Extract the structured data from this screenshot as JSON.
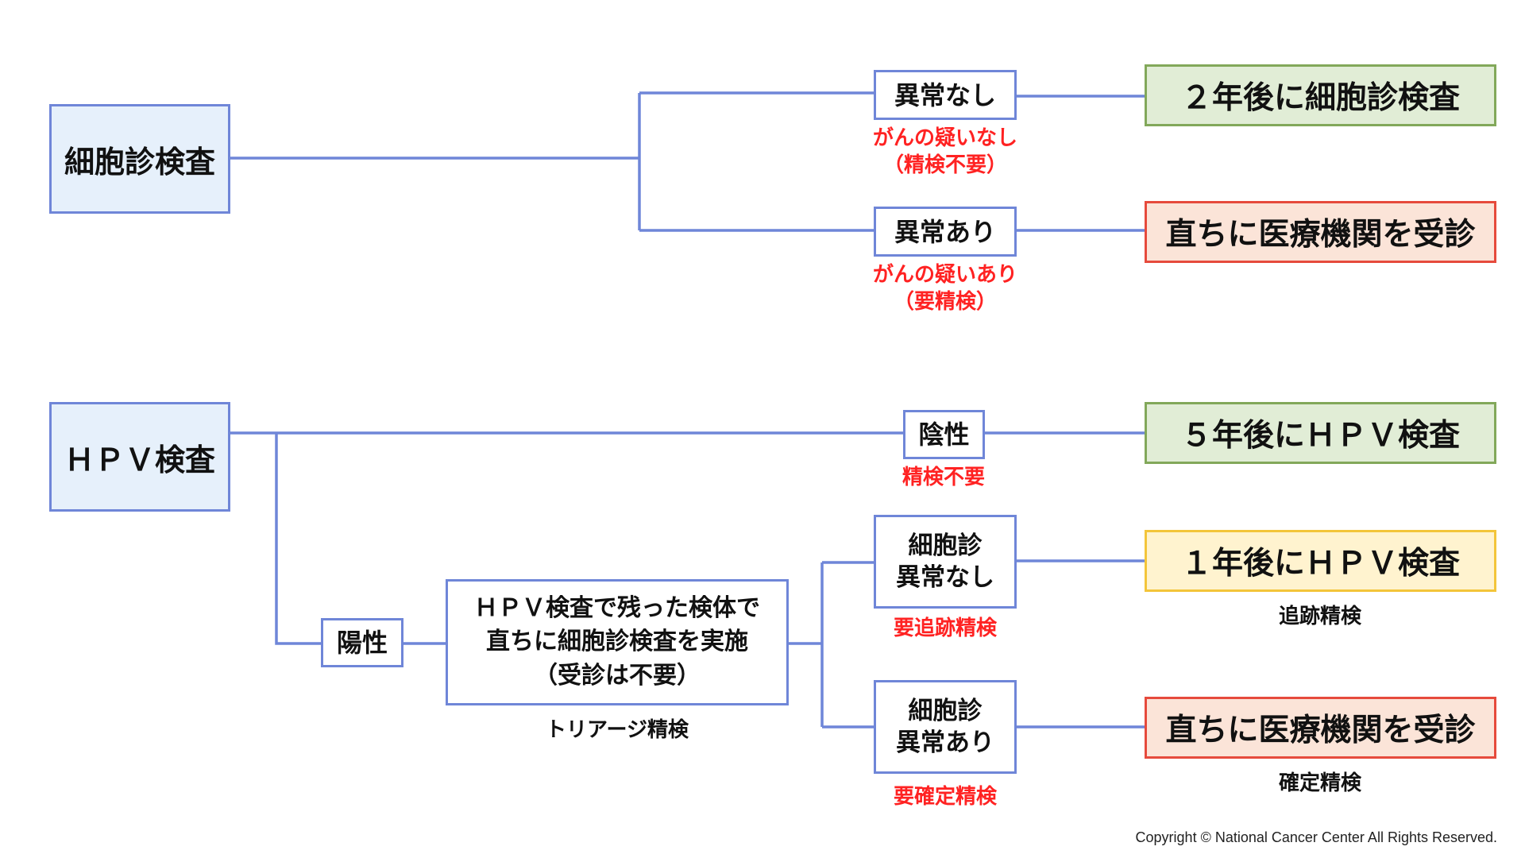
{
  "diagram": {
    "cytology_flow": {
      "test": "細胞診検査",
      "branch_normal": {
        "result": "異常なし",
        "note_line1": "がんの疑いなし",
        "note_line2": "（精検不要）",
        "outcome": "２年後に細胞診検査"
      },
      "branch_abnormal": {
        "result": "異常あり",
        "note_line1": "がんの疑いあり",
        "note_line2": "（要精検）",
        "outcome": "直ちに医療機関を受診"
      }
    },
    "hpv_flow": {
      "test": "ＨＰＶ検査",
      "negative": {
        "result": "陰性",
        "note": "精検不要",
        "outcome": "５年後にＨＰＶ検査"
      },
      "positive": {
        "result": "陽性",
        "triage_line1": "ＨＰＶ検査で残った検体で",
        "triage_line2": "直ちに細胞診検査を実施",
        "triage_line3": "（受診は不要）",
        "triage_note": "トリアージ精検",
        "cyto_normal": {
          "line1": "細胞診",
          "line2": "異常なし",
          "note": "要追跡精検",
          "outcome": "１年後にＨＰＶ検査",
          "outcome_note": "追跡精検"
        },
        "cyto_abnormal": {
          "line1": "細胞診",
          "line2": "異常あり",
          "note": "要確定精検",
          "outcome": "直ちに医療機関を受診",
          "outcome_note": "確定精検"
        }
      }
    }
  },
  "colors": {
    "connector": "#6f86d8",
    "test_fill": "#e6f0fb",
    "green_border": "#82a85a",
    "red_border": "#e64a3c",
    "yellow_border": "#f3c53a",
    "note_red": "#ff2222"
  },
  "footer": {
    "copyright": "Copyright © National Cancer Center All Rights Reserved."
  }
}
